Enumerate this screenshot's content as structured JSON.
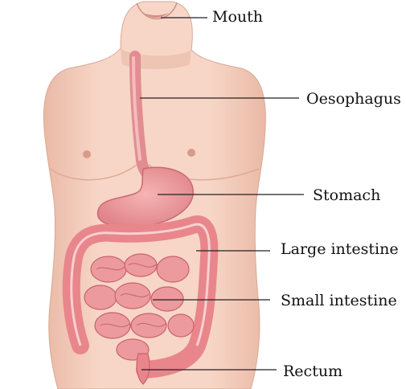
{
  "labels": {
    "mouth": "Mouth",
    "oesophagus": "Oesophagus",
    "stomach": "Stomach",
    "large_intestine": "Large intestine",
    "small_intestine": "Small intestine",
    "rectum": "Rectum"
  },
  "colors": {
    "skin": "#f6d3c3",
    "skin_shadow": "#e6b3a2",
    "organ": "#ef9c9e",
    "organ_dark": "#c9646b",
    "leader_line": "#222222"
  }
}
